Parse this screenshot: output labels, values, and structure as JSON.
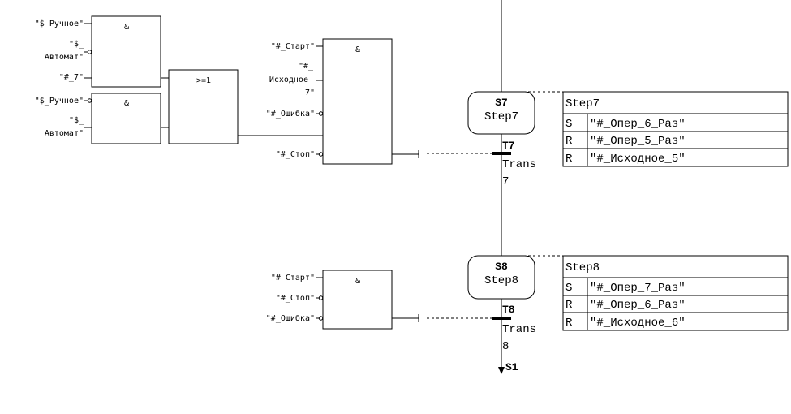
{
  "logic": {
    "and1_symbol": "&",
    "and1_inputs": [
      "\"$_Ручное\"",
      "\"$_",
      "Автомат\"",
      "\"#_7\""
    ],
    "and2_symbol": "&",
    "and2_inputs": [
      "\"$_Ручное\"",
      "\"$_",
      "Автомат\""
    ],
    "or_symbol": ">=1",
    "and3_symbol": "&",
    "and3_inputs": [
      "\"#_Старт\"",
      "\"#_",
      "Исходное_",
      "7\"",
      "\"#_Ошибка\"",
      "\"#_Стоп\""
    ],
    "and4_symbol": "&",
    "and4_inputs": [
      "\"#_Старт\"",
      "\"#_Стоп\"",
      "\"#_Ошибка\""
    ]
  },
  "graph": {
    "step7": {
      "id": "S7",
      "name": "Step7"
    },
    "trans7": {
      "id": "T7",
      "name_line1": "Trans",
      "name_line2": "7"
    },
    "step8": {
      "id": "S8",
      "name": "Step8"
    },
    "trans8": {
      "id": "T8",
      "name_line1": "Trans",
      "name_line2": "8"
    },
    "jump": "S1"
  },
  "actions": {
    "step7": {
      "header": "Step7",
      "rows": [
        {
          "q": "S",
          "op": "\"#_Опер_6_Раз\""
        },
        {
          "q": "R",
          "op": "\"#_Опер_5_Раз\""
        },
        {
          "q": "R",
          "op": "\"#_Исходное_5\""
        }
      ]
    },
    "step8": {
      "header": "Step8",
      "rows": [
        {
          "q": "S",
          "op": "\"#_Опер_7_Раз\""
        },
        {
          "q": "R",
          "op": "\"#_Опер_6_Раз\""
        },
        {
          "q": "R",
          "op": "\"#_Исходное_6\""
        }
      ]
    }
  }
}
